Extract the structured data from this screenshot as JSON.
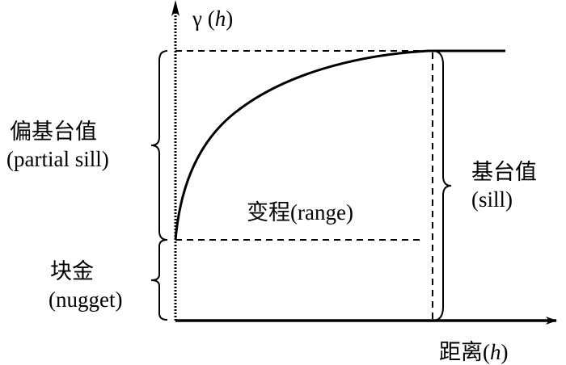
{
  "diagram": {
    "title": "Semivariogram",
    "y_axis": {
      "symbol": "γ",
      "open": " (",
      "var": "h",
      "close": ")"
    },
    "x_axis": {
      "label": "距离(",
      "var": "h",
      "close": ")"
    },
    "partial_sill": {
      "zh": "偏基台值",
      "en": "(partial sill)"
    },
    "sill": {
      "zh": "基台值",
      "en": "(sill)"
    },
    "nugget": {
      "zh": "块金",
      "en": "(nugget)"
    },
    "range": {
      "label": "变程(range)"
    },
    "colors": {
      "line": "#000000",
      "background": "#ffffff"
    }
  }
}
